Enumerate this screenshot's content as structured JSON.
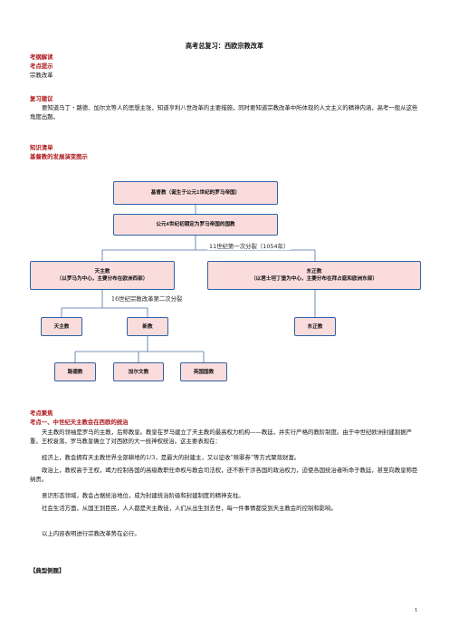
{
  "title": "高考总复习：西欧宗教改革",
  "outline_heading": "考纲解读",
  "points_heading": "考点提示",
  "points_item": "宗教改革",
  "review_heading": "复习建议",
  "review_text": "要知道马丁・路德、加尔文等人的思想主张，知道亨利八世改革的主要措施，同时要知道宗教改革中所体现的人文主义的精神内涵，高考一般从这些角度出题。",
  "knowledge_heading": "知识清单",
  "diagram_heading": "基督教的发展演变图示",
  "diagram": {
    "root": "基督教（诞生于公元1世纪的罗马帝国）",
    "state_religion": "公元4世纪初期定为罗马帝国的国教",
    "split1_label": "11世纪第一次分裂（1054年）",
    "catholic_line1": "天主教",
    "catholic_line2": "（以罗马为中心，主要分布在欧洲西部）",
    "orthodox_line1": "东正教",
    "orthodox_line2": "（以君士坦丁堡为中心，主要分布在拜占庭和欧洲东部）",
    "split2_label": "16世纪宗教改革第二次分裂",
    "catholic": "天主教",
    "protestant": "新教",
    "orthodox": "东正教",
    "lutheran": "路德教",
    "calvinist": "加尔文教",
    "anglican": "英国国教"
  },
  "focus_heading": "考点聚焦",
  "focus1_heading": "考点一、中世纪天主教会在西欧的统治",
  "p1": "天主教的领袖是罗马的主教，后称教皇。教皇在罗马建立了天主教的最高权力机构——教廷，并实行严格的教阶制度。由于中世纪欧洲封建割据严重，王权衰落，罗马教皇确立了对西欧的大一统神权统治。这主要表现在：",
  "p2": "经济上，教会拥有天主教世界全部耕地的1/3，是最大的封建主，又以征收“赎罪券”等方式聚敛财富。",
  "p3": "政治上，教权高于王权，竭力控制各国的高级教职任命权与教会司法权，还不断干涉各国的政治权力，迫使各国统治者听命于教廷，甚至向教皇称臣纳贡。",
  "p4": "意识形态领域，教会占据统治地位，成为封建统治阶级和封建制度的精神支柱。",
  "p5": "社会生活方面，从国王到臣民，人人都是天主教徒，人们从出生到去世，每一件事情都受到天主教会的控制和影响。",
  "p6": "以上内容表明进行宗教改革势在必行。",
  "example_heading": "【典型例题】",
  "page_number": "1"
}
